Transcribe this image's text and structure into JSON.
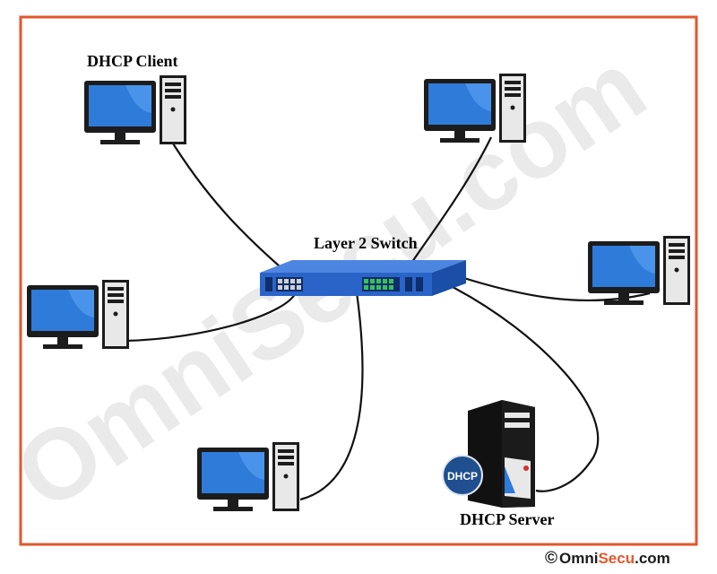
{
  "labels": {
    "client": "DHCP Client",
    "switch": "Layer 2 Switch",
    "server": "DHCP Server",
    "server_badge": "DHCP"
  },
  "watermark": "OmniSecu.com",
  "footer": {
    "copyright_symbol": "©",
    "brand_prefix": "Omni",
    "brand_accent": "Secu",
    "brand_suffix": ".com"
  },
  "colors": {
    "frame": "#e2572b",
    "monitor": "#2f7bd9",
    "switch_body": "#2a64c8",
    "badge": "#1f4f8f",
    "cable": "#111111"
  }
}
